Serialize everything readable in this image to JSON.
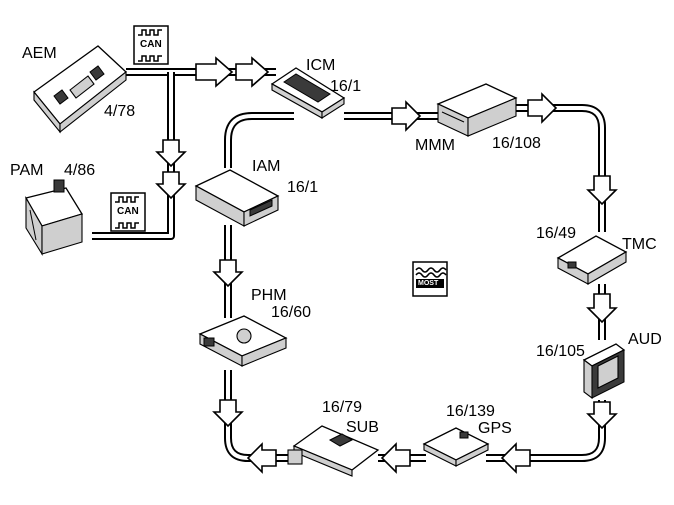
{
  "modules": {
    "aem": {
      "name": "AEM",
      "code": "4/78"
    },
    "pam": {
      "name": "PAM",
      "code": "4/86"
    },
    "icm": {
      "name": "ICM",
      "code": "16/1"
    },
    "mmm": {
      "name": "MMM",
      "code": "16/108"
    },
    "iam": {
      "name": "IAM",
      "code": "16/1"
    },
    "tmc": {
      "name": "TMC",
      "code": "16/49"
    },
    "phm": {
      "name": "PHM",
      "code": "16/60"
    },
    "aud": {
      "name": "AUD",
      "code": "16/105"
    },
    "sub": {
      "name": "SUB",
      "code": "16/79"
    },
    "gps": {
      "name": "GPS",
      "code": "16/139"
    }
  },
  "buses": {
    "can_top": {
      "label": "CAN"
    },
    "can_bottom": {
      "label": "CAN"
    },
    "most": {
      "label": "MOST"
    }
  }
}
